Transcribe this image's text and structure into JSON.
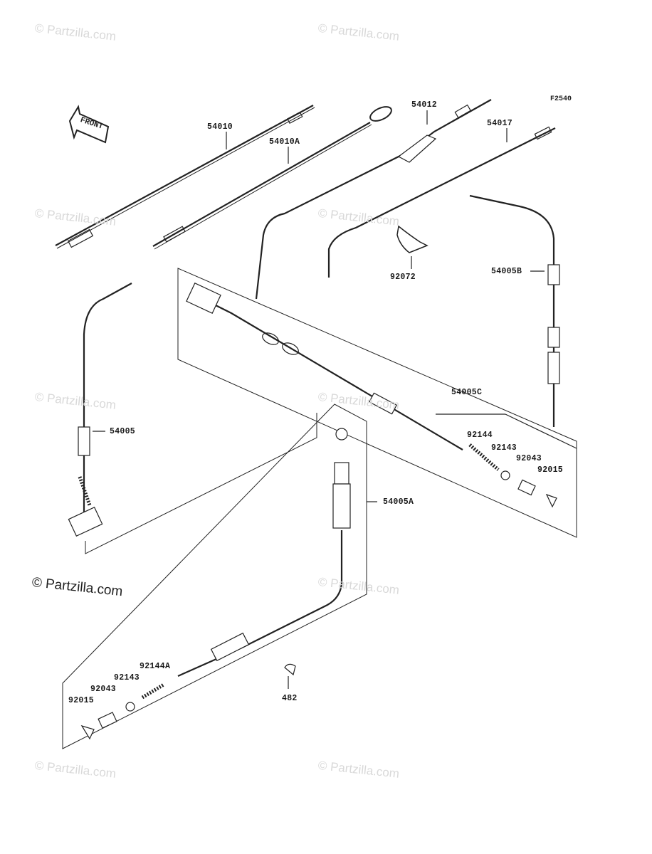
{
  "diagram": {
    "figure_code": "F2540",
    "direction_label": "FRONT",
    "copyright": "© Partzilla.com",
    "watermark": "© Partzilla.com",
    "part_labels": [
      {
        "id": "p54010",
        "text": "54010"
      },
      {
        "id": "p54010A",
        "text": "54010A"
      },
      {
        "id": "p54012",
        "text": "54012"
      },
      {
        "id": "p54017",
        "text": "54017"
      },
      {
        "id": "p92072",
        "text": "92072"
      },
      {
        "id": "p54005B",
        "text": "54005B"
      },
      {
        "id": "p54005C",
        "text": "54005C"
      },
      {
        "id": "p54005",
        "text": "54005"
      },
      {
        "id": "p92144",
        "text": "92144"
      },
      {
        "id": "p92143a",
        "text": "92143"
      },
      {
        "id": "p92043a",
        "text": "92043"
      },
      {
        "id": "p92015a",
        "text": "92015"
      },
      {
        "id": "p54005A",
        "text": "54005A"
      },
      {
        "id": "p92144A",
        "text": "92144A"
      },
      {
        "id": "p92143b",
        "text": "92143"
      },
      {
        "id": "p92043b",
        "text": "92043"
      },
      {
        "id": "p92015b",
        "text": "92015"
      },
      {
        "id": "p482",
        "text": "482"
      }
    ]
  }
}
